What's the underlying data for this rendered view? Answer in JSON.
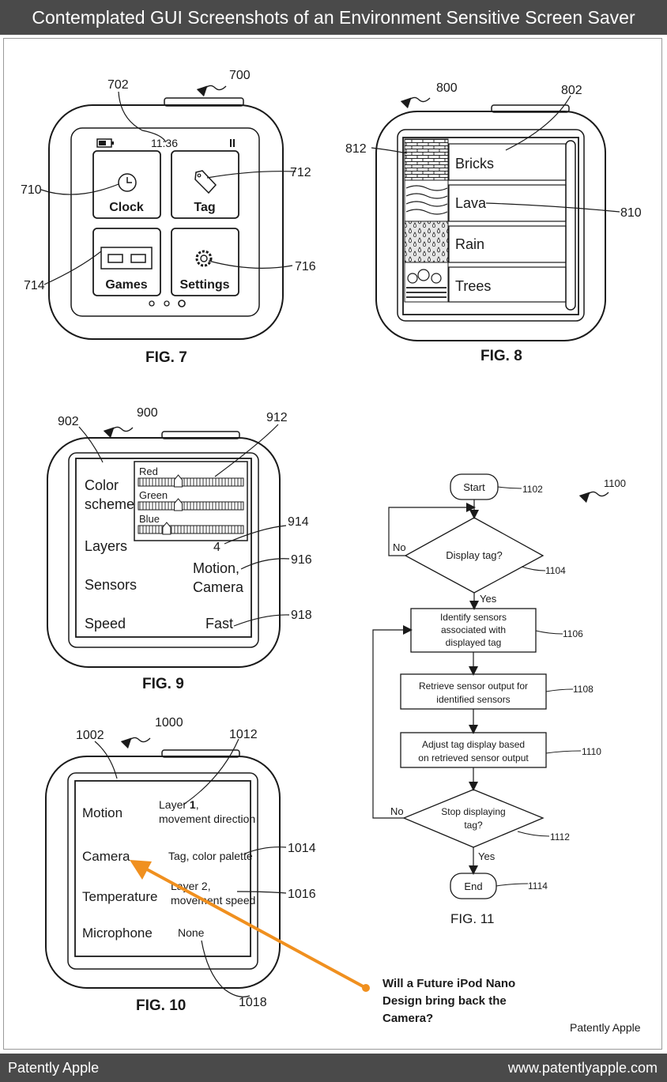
{
  "header": {
    "title": "Contemplated GUI Screenshots of an Environment Sensitive Screen Saver System"
  },
  "footer": {
    "left": "Patently Apple",
    "right": "www.patentlyapple.com"
  },
  "watermark": "Patently Apple",
  "callout": {
    "line1": "Will a Future iPod Nano",
    "line2": "Design bring back the",
    "line3": "Camera?",
    "arrow_color": "#f0901f"
  },
  "fig7": {
    "caption": "FIG. 7",
    "refs": {
      "device": "700",
      "time": "702",
      "clock": "710",
      "tag": "712",
      "games": "714",
      "settings": "716"
    },
    "time": "11:36",
    "tiles": {
      "clock": "Clock",
      "tag": "Tag",
      "games": "Games",
      "settings": "Settings"
    }
  },
  "fig8": {
    "caption": "FIG. 8",
    "refs": {
      "device": "800",
      "list": "802",
      "thumbnail": "812",
      "item": "810"
    },
    "items": [
      "Bricks",
      "Lava",
      "Rain",
      "Trees"
    ]
  },
  "fig9": {
    "caption": "FIG. 9",
    "refs": {
      "device": "900",
      "screen": "902",
      "sliders": "912",
      "layers": "914",
      "sensors": "916",
      "speed": "918"
    },
    "labels": {
      "color1": "Color",
      "color2": "scheme",
      "layers": "Layers",
      "sensors": "Sensors",
      "speed": "Speed"
    },
    "sliders": [
      {
        "name": "Red",
        "level": 0.38
      },
      {
        "name": "Green",
        "level": 0.38
      },
      {
        "name": "Blue",
        "level": 0.27
      }
    ],
    "values": {
      "layers": "4",
      "sensors1": "Motion,",
      "sensors2": "Camera",
      "speed": "Fast"
    }
  },
  "fig10": {
    "caption": "FIG. 10",
    "refs": {
      "device": "1000",
      "screen": "1002",
      "motion": "1012",
      "camera": "1014",
      "temperature": "1016",
      "microphone": "1018"
    },
    "rows": {
      "motion": "Motion",
      "camera": "Camera",
      "temperature": "Temperature",
      "microphone": "Microphone"
    },
    "values": {
      "motion_a": "Layer ",
      "motion_b": "1",
      "motion_c": ",",
      "motion_d": "movement direction",
      "camera": "Tag, color palette",
      "temp1": "Layer 2,",
      "temp2": "movement speed",
      "mic": "None"
    }
  },
  "fig11": {
    "caption": "FIG. 11",
    "ref": "1100",
    "start": "Start",
    "start_ref": "1102",
    "d1": "Display tag?",
    "d1_ref": "1104",
    "no1": "No",
    "yes1": "Yes",
    "b1a": "Identify sensors",
    "b1b": "associated with",
    "b1c": "displayed tag",
    "b1_ref": "1106",
    "b2a": "Retrieve sensor output for",
    "b2b": "identified sensors",
    "b2_ref": "1108",
    "b3a": "Adjust tag display based",
    "b3b": "on retrieved sensor output",
    "b3_ref": "1110",
    "d2a": "Stop displaying",
    "d2b": "tag?",
    "d2_ref": "1112",
    "no2": "No",
    "yes2": "Yes",
    "end": "End",
    "end_ref": "1114"
  }
}
